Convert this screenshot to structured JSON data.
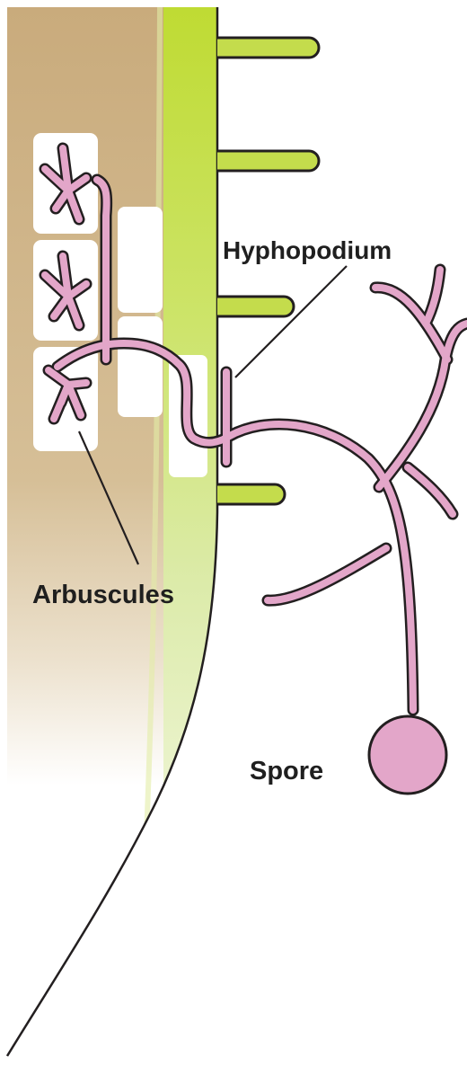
{
  "labels": {
    "hyphopodium": "Hyphopodium",
    "arbuscules": "Arbuscules",
    "spore": "Spore"
  },
  "colors": {
    "hypha_fill": "#e3a6c9",
    "hypha_outline": "#231f20",
    "root_hair_green": "#c4dc4c",
    "cortex_tan": "#c9ab7c",
    "cell_white": "#ffffff",
    "text": "#1f1f1f"
  }
}
